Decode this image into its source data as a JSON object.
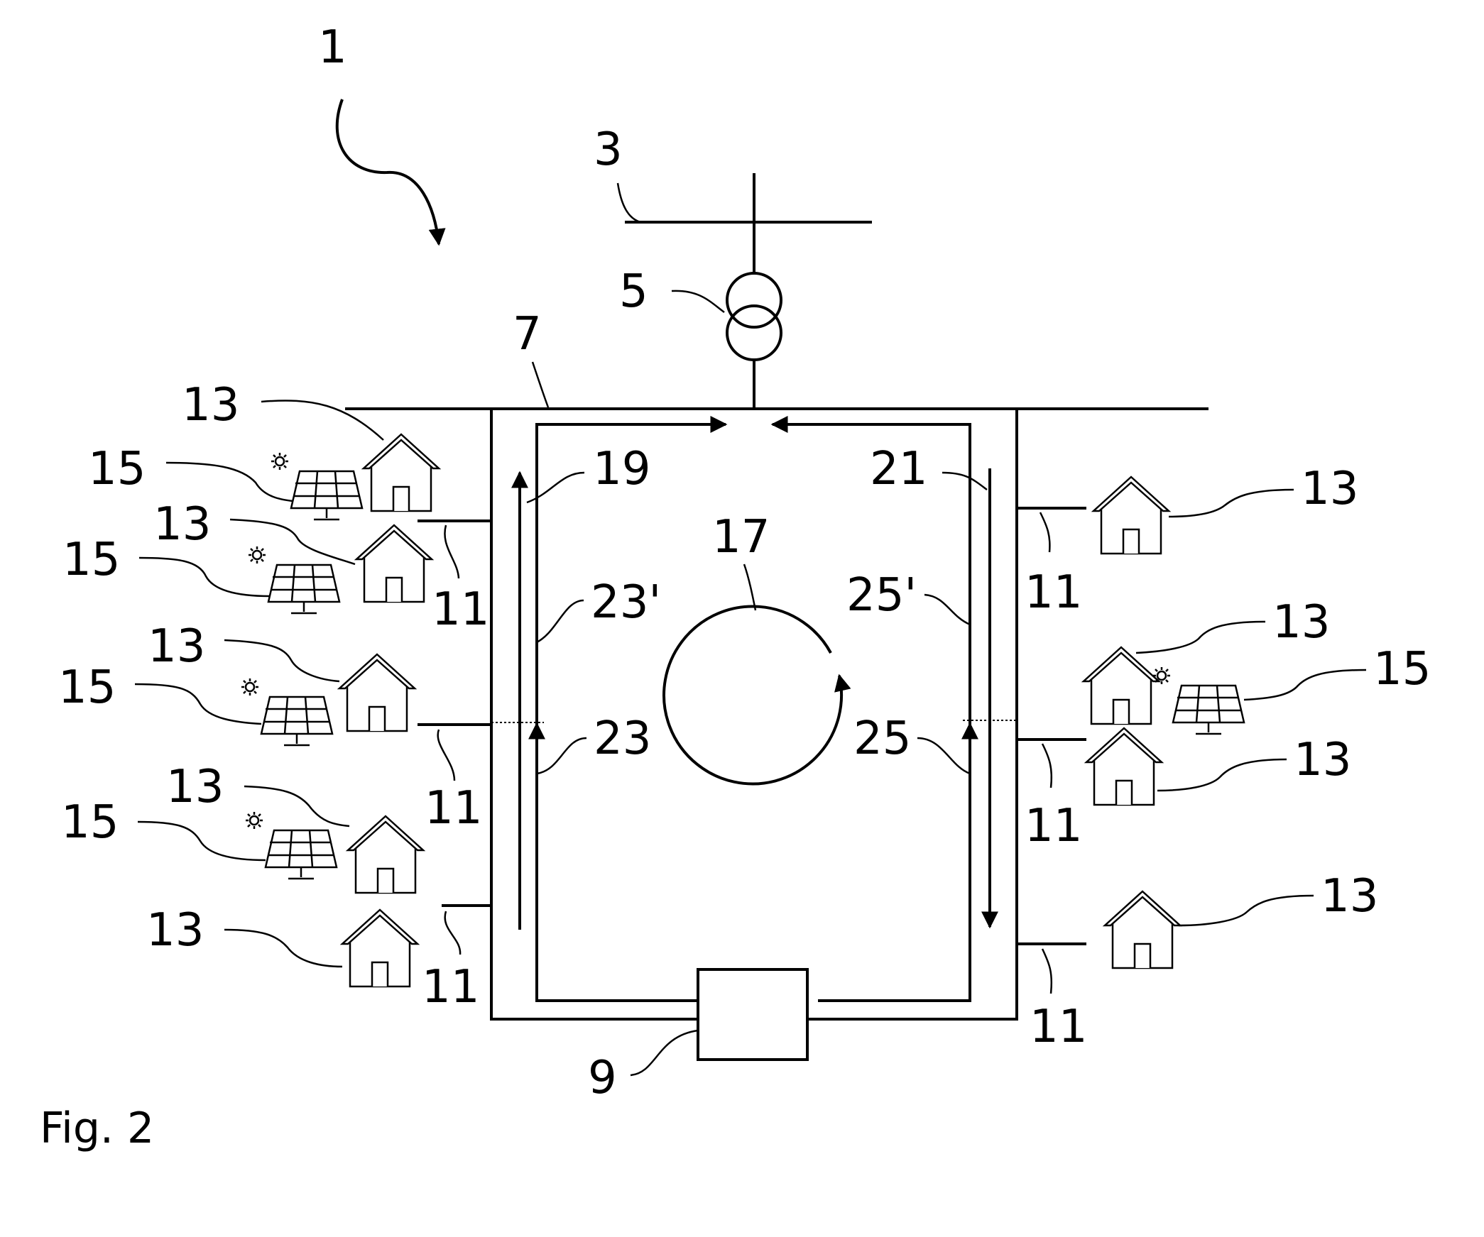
{
  "figure_caption": "Fig. 2",
  "labels": {
    "system": "1",
    "grid": "3",
    "transformer": "5",
    "busbar": "7",
    "unit": "9",
    "branch": "11",
    "house": "13",
    "solar": "15",
    "circulation": "17",
    "flow_left": "19",
    "flow_right": "21",
    "left_lower": "23",
    "left_upper": "23'",
    "right_lower": "25",
    "right_upper": "25'"
  }
}
